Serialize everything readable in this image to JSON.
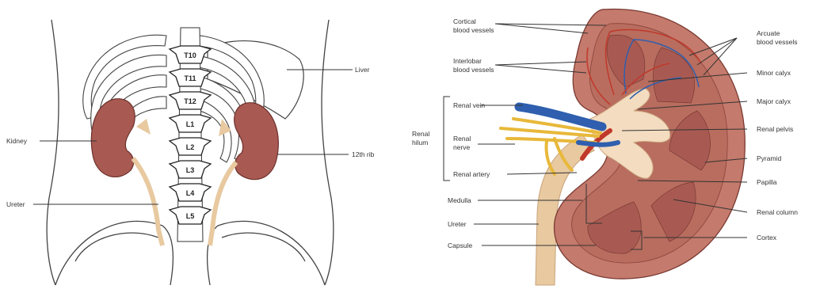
{
  "colors": {
    "kidney_tissue": "#a85a52",
    "cortex": "#c47a6c",
    "medulla_pyramid": "#b9665c",
    "renal_vein": "#2f5fae",
    "renal_artery": "#c0392b",
    "renal_nerve": "#e8b83a",
    "ureter": "#e8c9a0",
    "bone": "#ffffff"
  },
  "left_diagram": {
    "vertebrae": [
      "T10",
      "T11",
      "T12",
      "L1",
      "L2",
      "L3",
      "L4",
      "L5"
    ],
    "labels": {
      "liver": "Liver",
      "kidney": "Kidney",
      "rib12": "12th rib",
      "ureter": "Ureter"
    }
  },
  "right_diagram": {
    "labels": {
      "cortical": [
        "Cortical",
        "blood vessels"
      ],
      "interlobar": [
        "Interlobar",
        "blood vessels"
      ],
      "renal_vein": "Renal vein",
      "renal_nerve": [
        "Renal",
        "nerve"
      ],
      "renal_artery": "Renal artery",
      "renal_hilum": [
        "Renal",
        "hilum"
      ],
      "medulla": "Medulla",
      "ureter": "Ureter",
      "capsule": "Capsule",
      "arcuate": [
        "Arcuate",
        "blood vessels"
      ],
      "minor_calyx": "Minor calyx",
      "major_calyx": "Major calyx",
      "renal_pelvis": "Renal pelvis",
      "pyramid": "Pyramid",
      "papilla": "Papilla",
      "renal_column": "Renal column",
      "cortex": "Cortex"
    }
  }
}
